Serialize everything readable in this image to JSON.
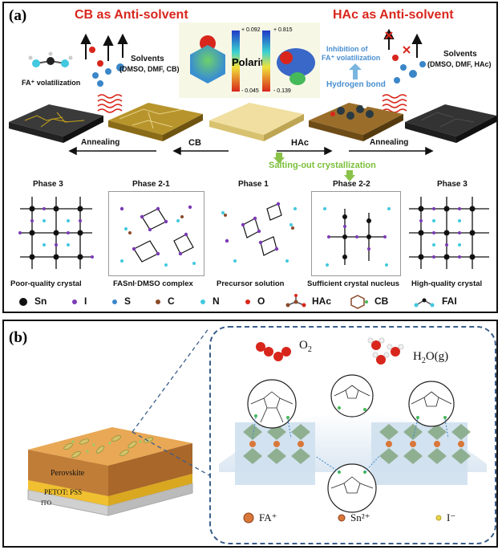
{
  "panel_a": {
    "letter": "(a)",
    "title_left": "CB as Anti-solvent",
    "title_right": "HAc as Anti-solvent",
    "fa_volatilization": "FA⁺ volatilization",
    "solvents_left": [
      "Solvents",
      "(DMSO, DMF, CB)"
    ],
    "solvents_right": [
      "Solvents",
      "(DMSO, DMF, HAc)"
    ],
    "polarity": {
      "label": "Polarity",
      "left_max": "+ 0.092",
      "left_min": "- 0.045",
      "right_max": "+ 0.815",
      "right_min": "- 0.139"
    },
    "inhibition": [
      "Inhibition of",
      "FA⁺ volatilization"
    ],
    "hydrogen_bond": "Hydrogen bond",
    "annealing_left": "Annealing",
    "annealing_right": "Annealing",
    "cb": "CB",
    "hac": "HAc",
    "salting_out": "Salting-out crystallization",
    "phases": [
      "Phase 3",
      "Phase 2-1",
      "Phase 1",
      "Phase 2-2",
      "Phase 3"
    ],
    "captions": [
      "Poor-quality crystal",
      "FASnI·DMSO complex",
      "Precursor solution",
      "Sufficient crystal nucleus",
      "High-quality crystal"
    ],
    "legend": [
      {
        "symbol": "Sn",
        "color": "#111111"
      },
      {
        "symbol": "I",
        "color": "#7a3bb5"
      },
      {
        "symbol": "S",
        "color": "#3a86c8"
      },
      {
        "symbol": "C",
        "color": "#8b4a2a"
      },
      {
        "symbol": "N",
        "color": "#42c9e0"
      },
      {
        "symbol": "O",
        "color": "#d8261c"
      },
      {
        "symbol": "HAc",
        "color": ""
      },
      {
        "symbol": "CB",
        "color": ""
      },
      {
        "symbol": "FAI",
        "color": ""
      }
    ]
  },
  "panel_b": {
    "letter": "(b)",
    "o2": "O",
    "o2_sub": "2",
    "h2o": "H",
    "h2o_sub": "2",
    "h2o_tail": "O(g)",
    "layers": [
      "Perovskite",
      "PETOT: PSS",
      "ITO"
    ],
    "legend": [
      {
        "symbol": "FA⁺",
        "color": "#d9773a"
      },
      {
        "symbol": "Sn²⁺",
        "color": "#d9773a"
      },
      {
        "symbol": "I⁻",
        "color": "#e8d64a"
      }
    ]
  }
}
